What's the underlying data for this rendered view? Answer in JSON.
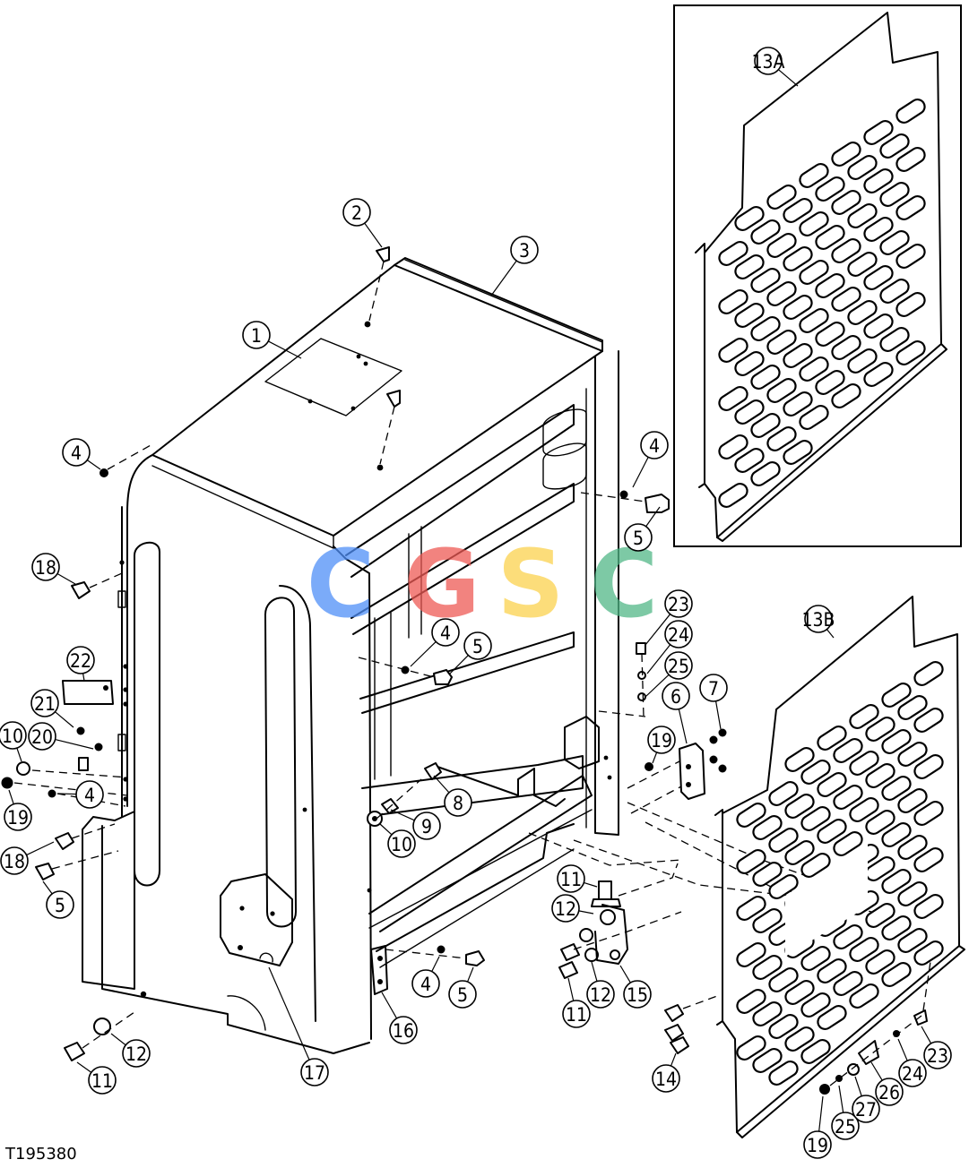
{
  "figure_id": "T195380",
  "watermark": {
    "letters": [
      "C",
      "G",
      "S",
      "C"
    ],
    "colors": [
      "#4f8ff7",
      "#ee5a55",
      "#fbd24e",
      "#52b788"
    ]
  },
  "callouts": [
    {
      "label": "1"
    },
    {
      "label": "2"
    },
    {
      "label": "3"
    },
    {
      "label": "4"
    },
    {
      "label": "4"
    },
    {
      "label": "5"
    },
    {
      "label": "18"
    },
    {
      "label": "22"
    },
    {
      "label": "21"
    },
    {
      "label": "10"
    },
    {
      "label": "20"
    },
    {
      "label": "19"
    },
    {
      "label": "4"
    },
    {
      "label": "18"
    },
    {
      "label": "5"
    },
    {
      "label": "12"
    },
    {
      "label": "11"
    },
    {
      "label": "17"
    },
    {
      "label": "16"
    },
    {
      "label": "4"
    },
    {
      "label": "5"
    },
    {
      "label": "4"
    },
    {
      "label": "5"
    },
    {
      "label": "8"
    },
    {
      "label": "9"
    },
    {
      "label": "10"
    },
    {
      "label": "11"
    },
    {
      "label": "12"
    },
    {
      "label": "12"
    },
    {
      "label": "11"
    },
    {
      "label": "15"
    },
    {
      "label": "23"
    },
    {
      "label": "24"
    },
    {
      "label": "25"
    },
    {
      "label": "6"
    },
    {
      "label": "7"
    },
    {
      "label": "19"
    },
    {
      "label": "13A"
    },
    {
      "label": "13B"
    },
    {
      "label": "14"
    },
    {
      "label": "19"
    },
    {
      "label": "25"
    },
    {
      "label": "27"
    },
    {
      "label": "26"
    },
    {
      "label": "24"
    },
    {
      "label": "23"
    }
  ]
}
